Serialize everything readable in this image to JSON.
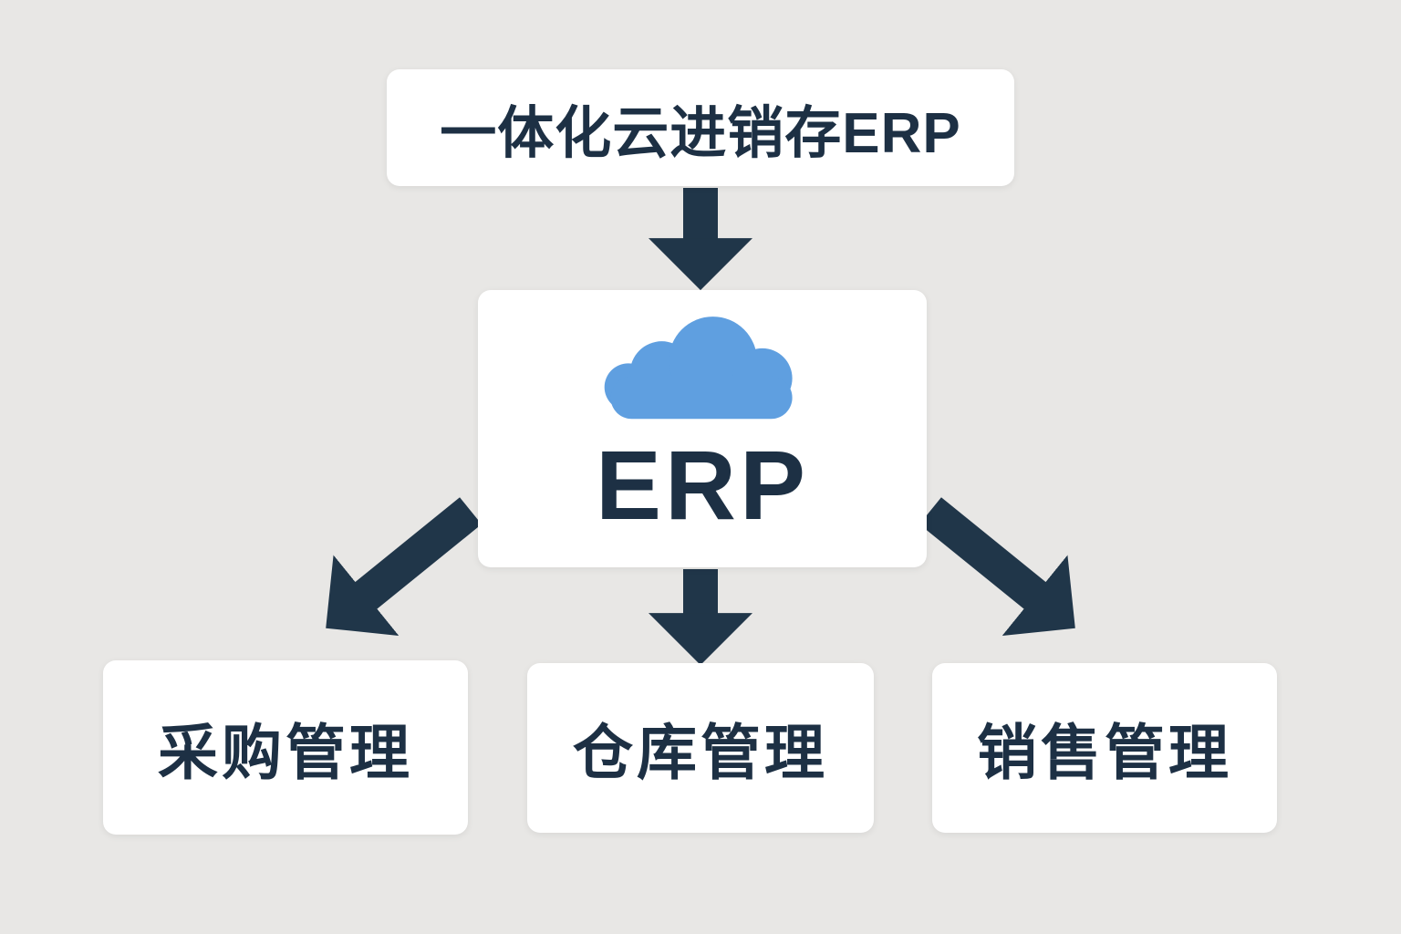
{
  "colors": {
    "background": "#e8e7e5",
    "box_bg": "#ffffff",
    "text": "#1d3044",
    "arrow": "#203649",
    "cloud": "#5f9fe0"
  },
  "header": {
    "title": "一体化云进销存ERP"
  },
  "center": {
    "label": "ERP",
    "icon": "cloud-icon"
  },
  "children": [
    {
      "label": "采购管理"
    },
    {
      "label": "仓库管理"
    },
    {
      "label": "销售管理"
    }
  ]
}
